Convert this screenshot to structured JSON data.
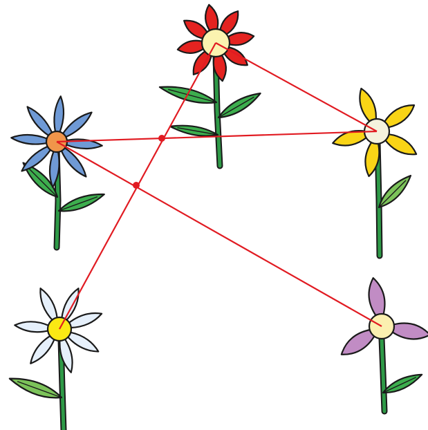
{
  "flowers": [
    {
      "id": "red-flower",
      "petal_color": "#e42320",
      "center_color": "#fbf3b0"
    },
    {
      "id": "blue-flower",
      "petal_color": "#6f9ad6",
      "center_color": "#f0954a"
    },
    {
      "id": "yellow-flower",
      "petal_color": "#f9d416",
      "center_color": "#f5f2dd"
    },
    {
      "id": "white-flower",
      "petal_color": "#e6f0fb",
      "center_color": "#fbe914"
    },
    {
      "id": "purple-flower",
      "petal_color": "#c18cc4",
      "center_color": "#fbf0b0"
    }
  ],
  "colors": {
    "line": "#e11b22",
    "stem": "#2e9a47",
    "leaf": "#3dae4e",
    "leaf_light": "#7cc35a",
    "outline": "#1a1a1a",
    "background": "#ffffff"
  }
}
